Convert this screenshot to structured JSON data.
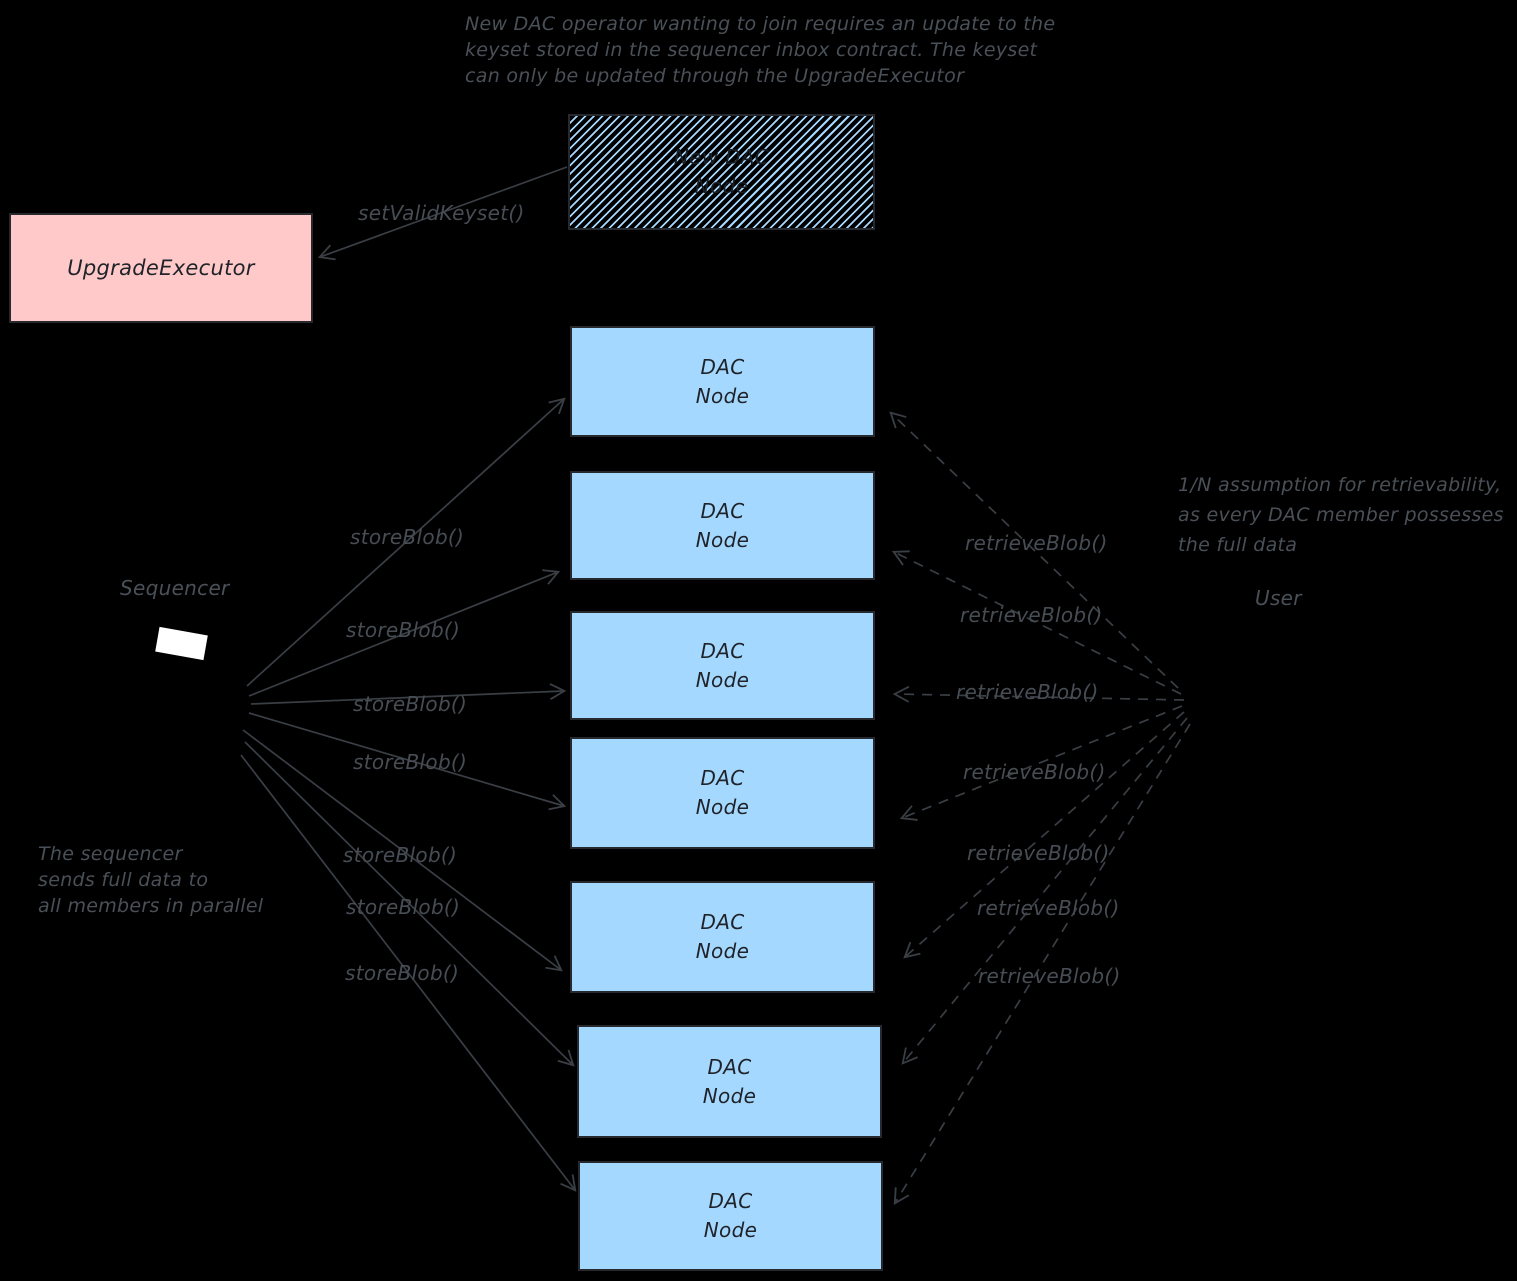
{
  "palette": {
    "background": "#000000",
    "node_fill_blue": "#a5d8ff",
    "executor_fill_pink": "#ffc9c9",
    "ink_text": "#4a5057",
    "arrow_stroke": "#3a3f45",
    "box_text": "#1f2329"
  },
  "annotations": {
    "top": {
      "lines": [
        "New DAC operator wanting to join requires an update to the",
        "keyset stored in the sequencer inbox contract. The keyset",
        "can only be updated through the UpgradeExecutor"
      ]
    },
    "left": {
      "lines": [
        "The sequencer",
        "sends full data to",
        "all members in parallel"
      ]
    },
    "right": {
      "lines": [
        "1/N assumption for retrievability,",
        "as every DAC member possesses",
        "the full data"
      ]
    }
  },
  "actors": {
    "sequencer": {
      "label": "Sequencer"
    },
    "user": {
      "label": "User"
    }
  },
  "boxes": {
    "upgrade_executor": {
      "label": "UpgradeExecutor"
    },
    "new_dac_node": {
      "line1": "New DAC",
      "line2": "Node"
    },
    "dac_nodes": [
      {
        "line1": "DAC",
        "line2": "Node"
      },
      {
        "line1": "DAC",
        "line2": "Node"
      },
      {
        "line1": "DAC",
        "line2": "Node"
      },
      {
        "line1": "DAC",
        "line2": "Node"
      },
      {
        "line1": "DAC",
        "line2": "Node"
      },
      {
        "line1": "DAC",
        "line2": "Node"
      },
      {
        "line1": "DAC",
        "line2": "Node"
      }
    ]
  },
  "edges": {
    "set_valid_keyset": {
      "label": "setValidKeyset()"
    },
    "store_calls": [
      {
        "label": "storeBlob()"
      },
      {
        "label": "storeBlob()"
      },
      {
        "label": "storeBlob()"
      },
      {
        "label": "storeBlob()"
      },
      {
        "label": "storeBlob()"
      },
      {
        "label": "storeBlob()"
      },
      {
        "label": "storeBlob()"
      }
    ],
    "retrieve_calls": [
      {
        "label": "retrieveBlob()"
      },
      {
        "label": "retrieveBlob()"
      },
      {
        "label": "retrieveBlob()"
      },
      {
        "label": "retrieveBlob()"
      },
      {
        "label": "retrieveBlob()"
      },
      {
        "label": "retrieveBlob()"
      },
      {
        "label": "retrieveBlob()"
      }
    ]
  }
}
